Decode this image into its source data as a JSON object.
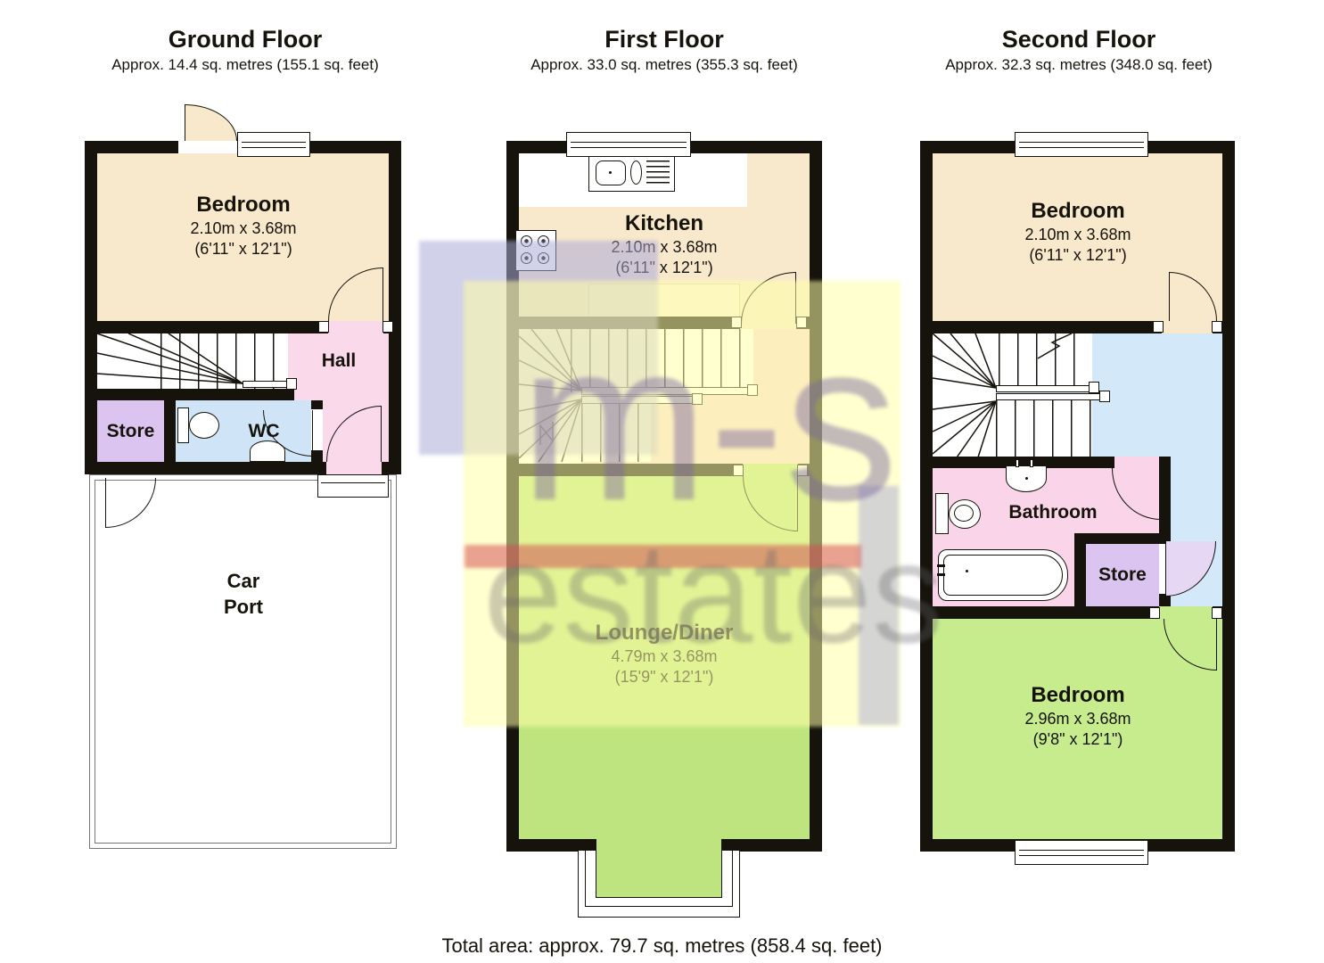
{
  "floors": {
    "ground": {
      "title": "Ground Floor",
      "subtitle": "Approx.  14.4 sq. metres (155.1 sq. feet)",
      "rooms": {
        "bedroom": {
          "name": "Bedroom",
          "metric": "2.10m x 3.68m",
          "imperial": "(6'11\" x 12'1\")"
        },
        "hall": {
          "name": "Hall"
        },
        "store": {
          "name": "Store"
        },
        "wc": {
          "name": "WC"
        },
        "carport": {
          "line1": "Car",
          "line2": "Port"
        }
      }
    },
    "first": {
      "title": "First Floor",
      "subtitle": "Approx.  33.0 sq. metres (355.3 sq. feet)",
      "rooms": {
        "kitchen": {
          "name": "Kitchen",
          "metric": "2.10m x 3.68m",
          "imperial": "(6'11\" x 12'1\")"
        },
        "lounge": {
          "name": "Lounge/Diner",
          "metric": "4.79m x 3.68m",
          "imperial": "(15'9\" x 12'1\")"
        }
      }
    },
    "second": {
      "title": "Second Floor",
      "subtitle": "Approx.  32.3 sq. metres (348.0 sq. feet)",
      "rooms": {
        "bedroom_front": {
          "name": "Bedroom",
          "metric": "2.10m x 3.68m",
          "imperial": "(6'11\" x 12'1\")"
        },
        "bathroom": {
          "name": "Bathroom"
        },
        "store": {
          "name": "Store"
        },
        "bedroom_back": {
          "name": "Bedroom",
          "metric": "2.96m x 3.68m",
          "imperial": "(9'8\" x 12'1\")"
        }
      }
    }
  },
  "footer": {
    "total_area": "Total area: approx.  79.7 sq. metres (858.4 sq. feet)"
  },
  "watermark": {
    "line1": "m-s",
    "line2": "estates"
  },
  "colors": {
    "wall": "#15130b",
    "bedroom_tan": "#F9E9CC",
    "hall_pink": "#FAD9EA",
    "store_lavender": "#DCC4F0",
    "wc_blue": "#CFE5F7",
    "landing_blue": "#D3E9FA",
    "stair_hall_pink": "#F8DBD8",
    "lounge_green": "#BDE47E",
    "bedroom_green": "#C6EC8D",
    "bathroom_pink": "#FAD4E8",
    "watermark_yellow": "rgba(255,255,168,0.55)",
    "watermark_lavender": "rgba(172,172,216,0.55)",
    "watermark_red": "rgba(210,70,80,0.5)"
  }
}
